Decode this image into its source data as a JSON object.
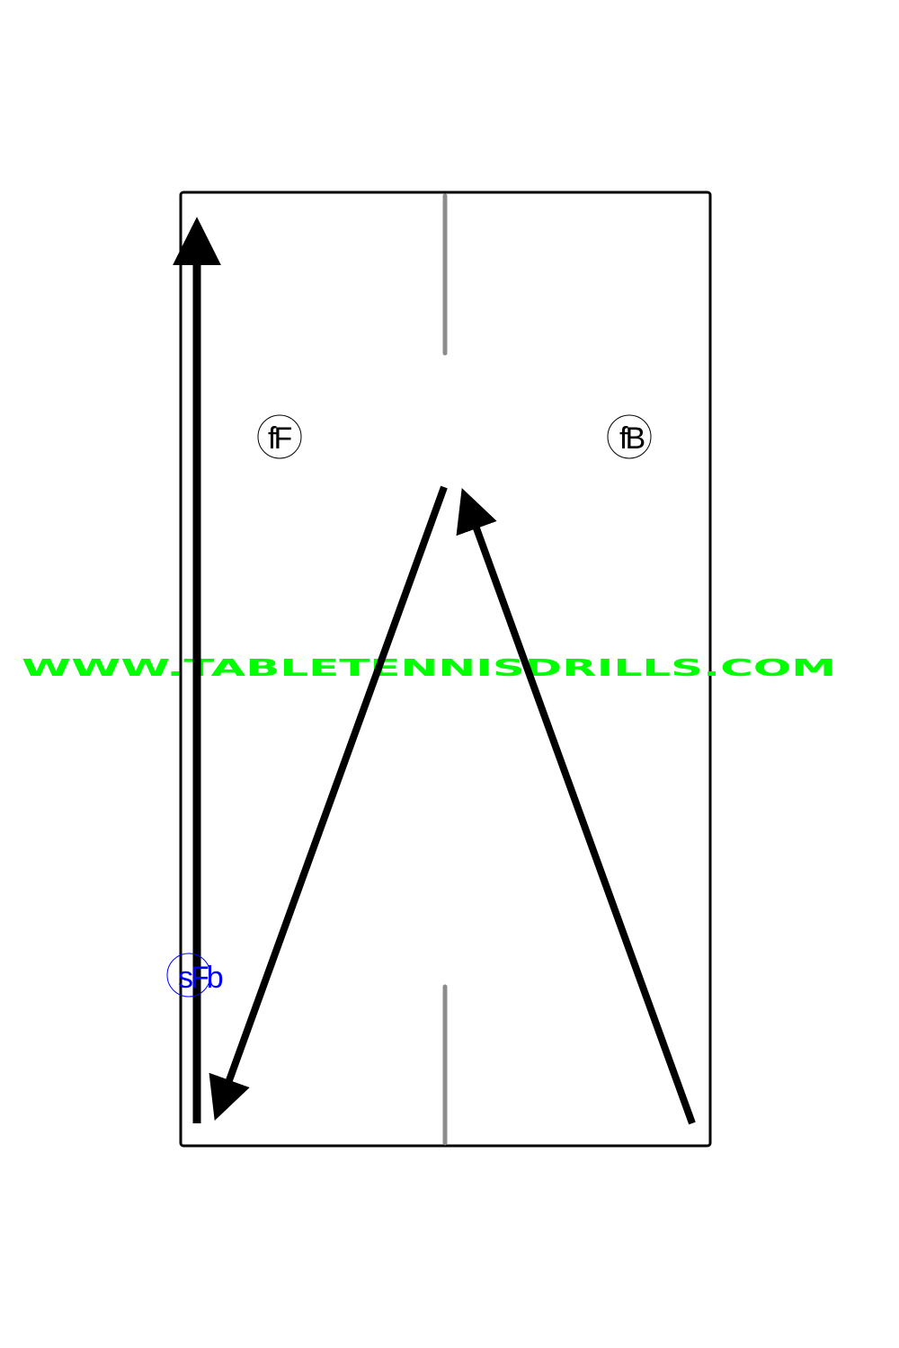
{
  "diagram": {
    "labels": {
      "forehand_marker": "fF",
      "backhand_marker": "fB",
      "server_marker": "sFb"
    },
    "watermark": "WWW.TABLETENNISDRILLS.COM",
    "colors": {
      "table_border": "#000000",
      "center_line": "#8c8c8c",
      "arrow": "#000000",
      "marker_text": "#000000",
      "server_text": "#0000ff",
      "watermark": "#00ff00"
    }
  }
}
